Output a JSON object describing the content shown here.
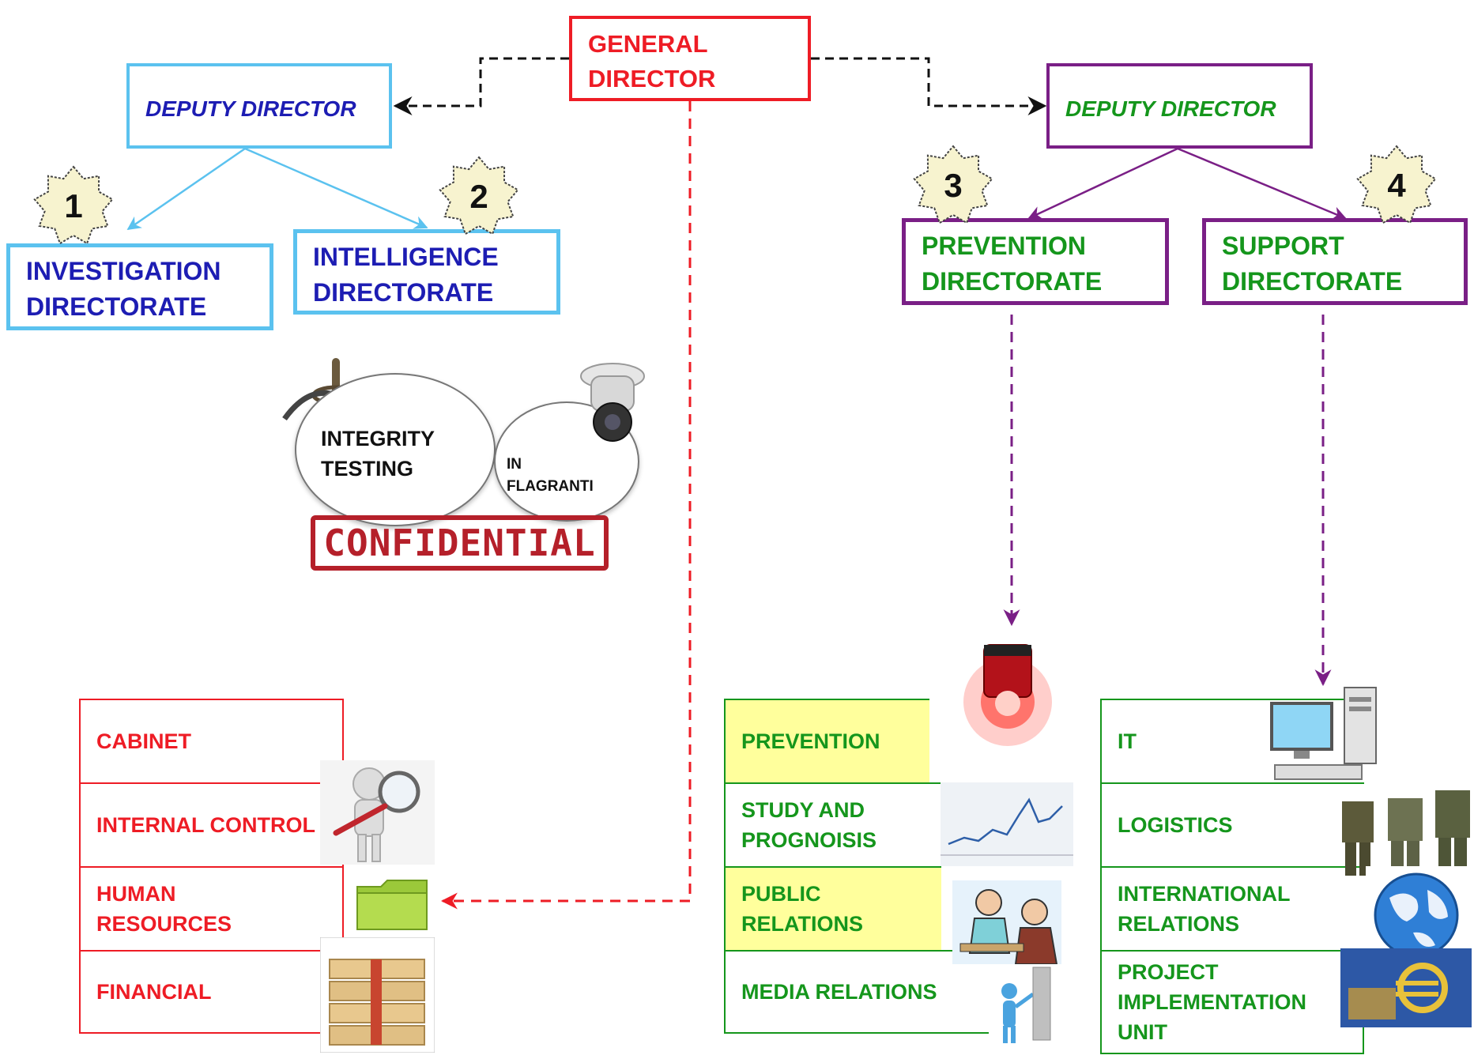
{
  "general_director": {
    "line1": "GENERAL",
    "line2": "DIRECTOR"
  },
  "deputy_left": {
    "label": "DEPUTY DIRECTOR"
  },
  "deputy_right": {
    "label": "DEPUTY DIRECTOR"
  },
  "directorates": {
    "investigation": {
      "number": "1",
      "line1": "INVESTIGATION",
      "line2": "DIRECTORATE"
    },
    "intelligence": {
      "number": "2",
      "line1": "INTELLIGENCE",
      "line2": "DIRECTORATE"
    },
    "prevention": {
      "number": "3",
      "line1": "PREVENTION",
      "line2": "DIRECTORATE"
    },
    "support": {
      "number": "4",
      "line1": "SUPPORT",
      "line2": "DIRECTORATE"
    }
  },
  "bubbles": {
    "integrity": {
      "line1": "INTEGRITY",
      "line2": "TESTING"
    },
    "flagranti": {
      "line1": "IN",
      "line2": "FLAGRANTI"
    }
  },
  "stamp": {
    "label": "CONFIDENTIAL"
  },
  "general_units": [
    {
      "line1": "CABINET",
      "line2": ""
    },
    {
      "line1": "INTERNAL CONTROL",
      "line2": ""
    },
    {
      "line1": "HUMAN",
      "line2": "RESOURCES"
    },
    {
      "line1": "FINANCIAL",
      "line2": ""
    }
  ],
  "prevention_units": [
    {
      "line1": "PREVENTION",
      "line2": ""
    },
    {
      "line1": "STUDY AND",
      "line2": "PROGNOISIS"
    },
    {
      "line1": "PUBLIC",
      "line2": "RELATIONS"
    },
    {
      "line1": "MEDIA RELATIONS",
      "line2": ""
    }
  ],
  "support_units": [
    {
      "line1": "IT",
      "line2": "",
      "line3": ""
    },
    {
      "line1": "LOGISTICS",
      "line2": "",
      "line3": ""
    },
    {
      "line1": "INTERNATIONAL",
      "line2": "RELATIONS",
      "line3": ""
    },
    {
      "line1": "PROJECT",
      "line2": "IMPLEMENTATION",
      "line3": "UNIT"
    }
  ],
  "colors": {
    "general": "#ee1c25",
    "left_branch": "#5bc2ef",
    "left_text": "#1d1db3",
    "right_branch": "#7a1f86",
    "right_text": "#15961c",
    "highlight": "#ffff9c"
  }
}
